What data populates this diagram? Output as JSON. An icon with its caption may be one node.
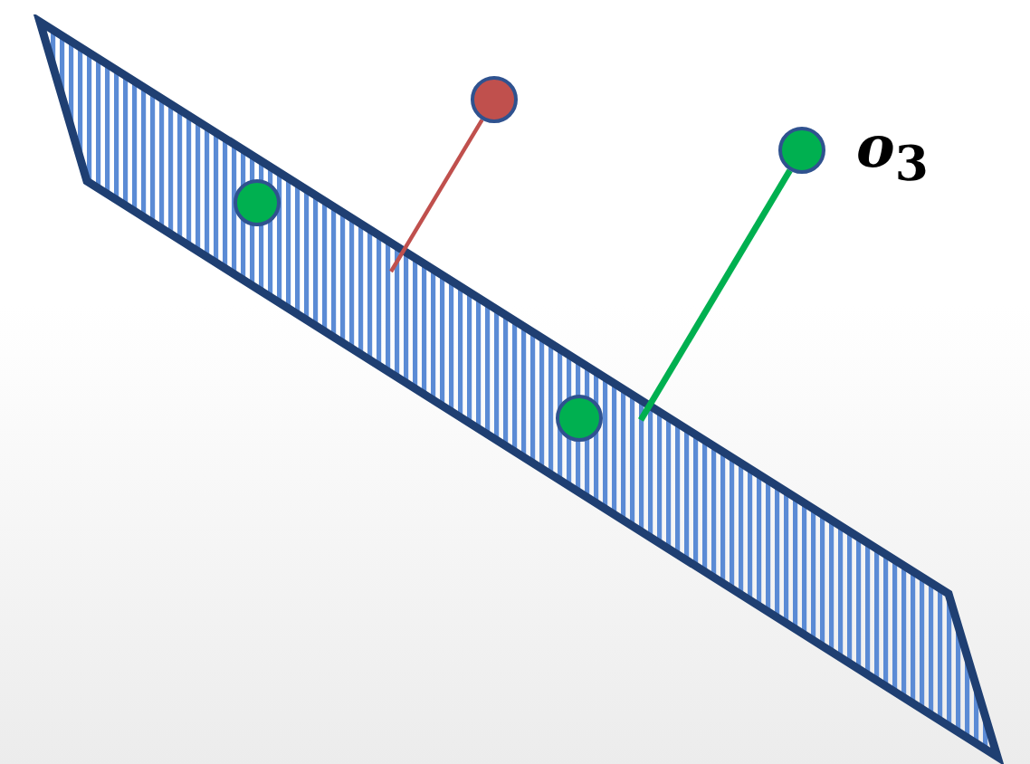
{
  "diagram": {
    "nodes": [
      {
        "text": [],
        "shape": "box"
      },
      {
        "text": [],
        "shape": "circle"
      },
      {
        "text": [],
        "shape": "circle",
        "beside": [
          "*o*$_{3}$"
        ]
      },
      {
        "text": [],
        "shape": "circle",
        "in": 0
      },
      {
        "text": [],
        "shape": "circle",
        "in": 0
      }
    ],
    "edges": [
      {
        "from": 1,
        "to": 0,
        "arrow": "none",
        "color": "#c0504d"
      },
      {
        "from": 2,
        "to": 0,
        "arrow": "none",
        "color": "#00b050"
      }
    ]
  }
}
